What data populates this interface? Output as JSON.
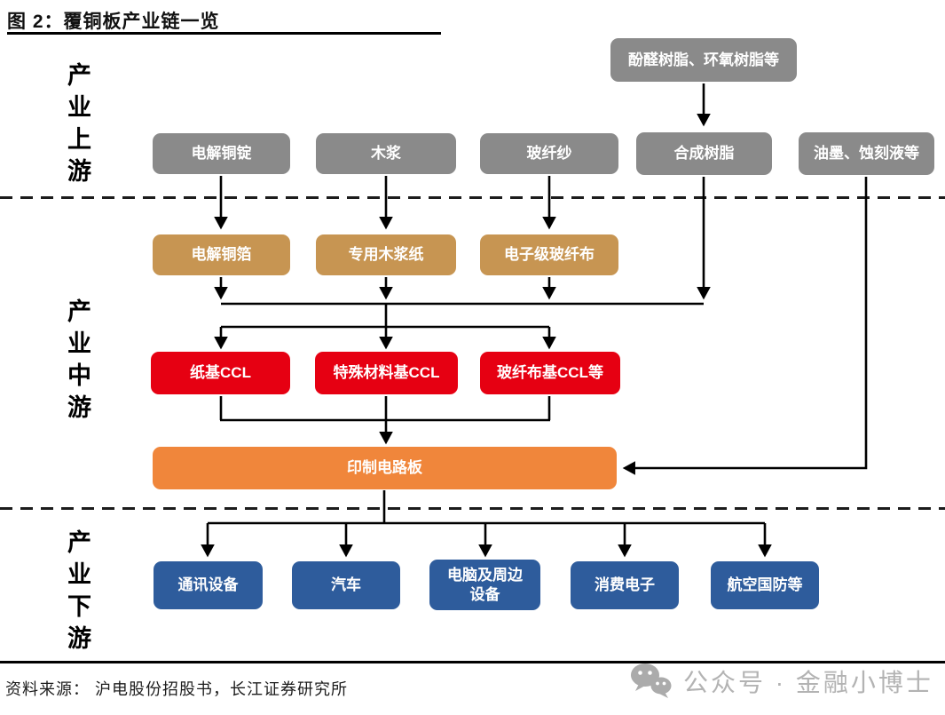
{
  "figure": {
    "title": "图 2：覆铜板产业链一览",
    "source_note": "资料来源： 沪电股份招股书，长江证券研究所"
  },
  "sections": {
    "upstream": "产业上游",
    "midstream": "产业中游",
    "downstream": "产业下游"
  },
  "nodes": {
    "resin_raw": {
      "label": "酚醛树脂、环氧树脂等",
      "tier": "upstream",
      "color_group": "gray"
    },
    "copper_ingot": {
      "label": "电解铜锭",
      "tier": "upstream",
      "color_group": "gray"
    },
    "wood_pulp": {
      "label": "木浆",
      "tier": "upstream",
      "color_group": "gray"
    },
    "glass_yarn": {
      "label": "玻纤纱",
      "tier": "upstream",
      "color_group": "gray"
    },
    "synthetic_resin": {
      "label": "合成树脂",
      "tier": "upstream",
      "color_group": "gray"
    },
    "ink_etchant": {
      "label": "油墨、蚀刻液等",
      "tier": "upstream",
      "color_group": "gray"
    },
    "copper_foil": {
      "label": "电解铜箔",
      "tier": "midstream",
      "color_group": "tan"
    },
    "pulp_paper": {
      "label": "专用木浆纸",
      "tier": "midstream",
      "color_group": "tan"
    },
    "glass_cloth": {
      "label": "电子级玻纤布",
      "tier": "midstream",
      "color_group": "tan"
    },
    "paper_ccl": {
      "label": "纸基CCL",
      "tier": "midstream",
      "color_group": "red"
    },
    "special_ccl": {
      "label": "特殊材料基CCL",
      "tier": "midstream",
      "color_group": "red"
    },
    "glass_ccl": {
      "label": "玻纤布基CCL等",
      "tier": "midstream",
      "color_group": "red"
    },
    "pcb": {
      "label": "印制电路板",
      "tier": "midstream",
      "color_group": "orange"
    },
    "telecom": {
      "label": "通讯设备",
      "tier": "downstream",
      "color_group": "blue"
    },
    "auto": {
      "label": "汽车",
      "tier": "downstream",
      "color_group": "blue"
    },
    "computer": {
      "label": "电脑及周边设备",
      "tier": "downstream",
      "color_group": "blue"
    },
    "consumer": {
      "label": "消费电子",
      "tier": "downstream",
      "color_group": "blue"
    },
    "aerospace": {
      "label": "航空国防等",
      "tier": "downstream",
      "color_group": "blue"
    }
  },
  "edges": [
    {
      "from": [
        "resin_raw"
      ],
      "to": [
        "synthetic_resin"
      ],
      "type": "direct"
    },
    {
      "from": [
        "copper_ingot"
      ],
      "to": [
        "copper_foil"
      ],
      "type": "direct"
    },
    {
      "from": [
        "wood_pulp"
      ],
      "to": [
        "pulp_paper"
      ],
      "type": "direct"
    },
    {
      "from": [
        "glass_yarn"
      ],
      "to": [
        "glass_cloth"
      ],
      "type": "direct"
    },
    {
      "from": [
        "copper_foil",
        "pulp_paper",
        "glass_cloth",
        "synthetic_resin"
      ],
      "to": [
        "paper_ccl",
        "special_ccl",
        "glass_ccl"
      ],
      "type": "merge-distribute"
    },
    {
      "from": [
        "paper_ccl",
        "special_ccl",
        "glass_ccl"
      ],
      "to": [
        "pcb"
      ],
      "type": "merge"
    },
    {
      "from": [
        "ink_etchant"
      ],
      "to": [
        "pcb"
      ],
      "type": "direct"
    },
    {
      "from": [
        "pcb"
      ],
      "to": [
        "telecom",
        "auto",
        "computer",
        "consumer",
        "aerospace"
      ],
      "type": "distribute"
    }
  ],
  "colors": {
    "node_gray": "#8A8A8A",
    "node_tan": "#C79552",
    "node_red": "#E60012",
    "node_orange": "#F0863B",
    "node_blue": "#2E5C9C",
    "arrow_line": "#000000",
    "watermark_gray": "#B3B3B3"
  },
  "watermark": {
    "icon": "wechat-icon",
    "text": "公众号 · 金融小博士"
  }
}
